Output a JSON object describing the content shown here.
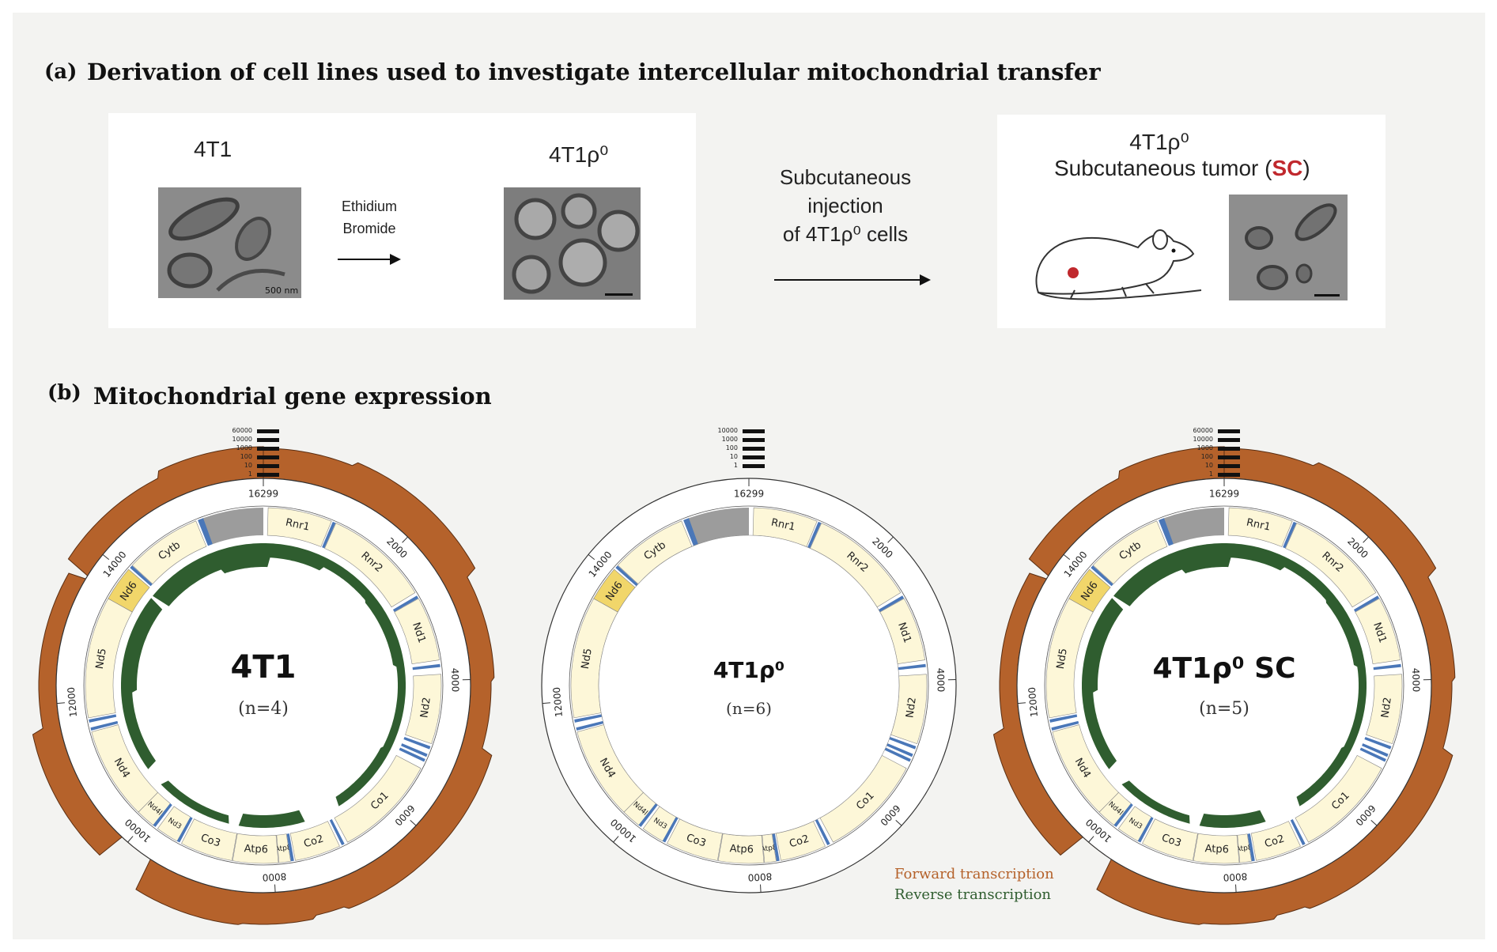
{
  "panel_a": {
    "letter": "(a)",
    "title": "Derivation of cell lines used to investigate intercellular mitochondrial transfer",
    "cell1_label": "4T1",
    "treatment_line1": "Ethidium",
    "treatment_line2": "Bromide",
    "cell2_label": "4T1ρ⁰",
    "scale_bar_label": "500 nm",
    "step_line1": "Subcutaneous",
    "step_line2": "injection",
    "step_line3": "of 4T1ρ⁰ cells",
    "result_line1": "4T1ρ⁰",
    "result_line2_prefix": "Subcutaneous tumor (",
    "result_sc": "SC",
    "result_line2_suffix": ")",
    "sc_color": "#c0282d"
  },
  "panel_b": {
    "letter": "(b)",
    "title": "Mitochondrial gene expression",
    "legend": {
      "forward": "Forward transcription",
      "reverse": "Reverse transcription",
      "forward_color": "#b5622b",
      "reverse_color": "#2f5d2f"
    },
    "circles": [
      {
        "name": "4T1",
        "n_label": "(n=4)",
        "scale": [
          "60000",
          "10000",
          "1000",
          "100",
          "10",
          "1"
        ]
      },
      {
        "name": "4T1ρ⁰",
        "n_label": "(n=6)",
        "scale": [
          "10000",
          "1000",
          "100",
          "10",
          "1"
        ]
      },
      {
        "name": "4T1ρ⁰ SC",
        "n_label": "(n=5)",
        "scale": [
          "60000",
          "10000",
          "1000",
          "100",
          "10",
          "1"
        ]
      }
    ],
    "genes": [
      {
        "name": "Rnr1",
        "start": 70,
        "end": 1020,
        "color": "#fdf7d8"
      },
      {
        "name": "Rnr2",
        "start": 1090,
        "end": 2650,
        "color": "#fdf7d8"
      },
      {
        "name": "Nd1",
        "start": 2750,
        "end": 3700,
        "color": "#fdf7d8"
      },
      {
        "name": "Nd2",
        "start": 3910,
        "end": 4940,
        "color": "#fdf7d8"
      },
      {
        "name": "Co1",
        "start": 5330,
        "end": 6870,
        "color": "#fdf7d8"
      },
      {
        "name": "Co2",
        "start": 7000,
        "end": 7680,
        "color": "#fdf7d8"
      },
      {
        "name": "Atp8",
        "start": 7750,
        "end": 7920,
        "color": "#fdf7d8"
      },
      {
        "name": "Atp6",
        "start": 7930,
        "end": 8600,
        "color": "#fdf7d8"
      },
      {
        "name": "Co3",
        "start": 8610,
        "end": 9390,
        "color": "#fdf7d8"
      },
      {
        "name": "Nd3",
        "start": 9460,
        "end": 9800,
        "color": "#fdf7d8"
      },
      {
        "name": "Nd4l",
        "start": 9880,
        "end": 10170,
        "color": "#fdf7d8"
      },
      {
        "name": "Nd4",
        "start": 10170,
        "end": 11540,
        "color": "#fdf7d8"
      },
      {
        "name": "Nd5",
        "start": 11750,
        "end": 13550,
        "color": "#fdf7d8"
      },
      {
        "name": "Nd6",
        "start": 13550,
        "end": 14070,
        "color": "#f1d66a"
      },
      {
        "name": "Cytb",
        "start": 14150,
        "end": 15290,
        "color": "#fdf7d8"
      }
    ],
    "tick_positions": [
      2000,
      4000,
      6000,
      8000,
      10000,
      12000,
      14000,
      16299
    ],
    "tick_labels": [
      "2000",
      "4000",
      "6000",
      "8000",
      "10000",
      "12000",
      "14000",
      "16299"
    ]
  }
}
